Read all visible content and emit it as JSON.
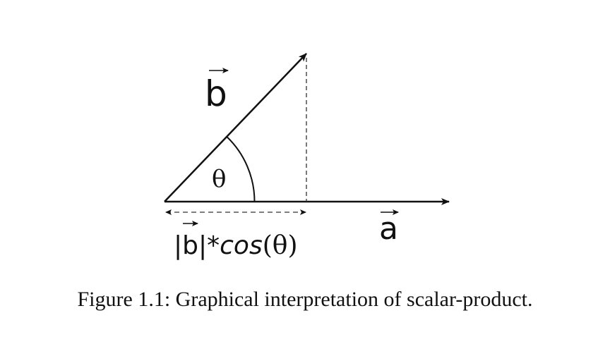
{
  "diagram": {
    "vector_b_label": "b",
    "vector_a_label": "a",
    "angle_label": "θ",
    "projection_label": {
      "left_bar": "|",
      "vec": "b",
      "right_bar": "|*",
      "func": "cos",
      "arg": "(θ)"
    }
  },
  "caption": "Figure 1.1: Graphical interpretation of scalar-product."
}
